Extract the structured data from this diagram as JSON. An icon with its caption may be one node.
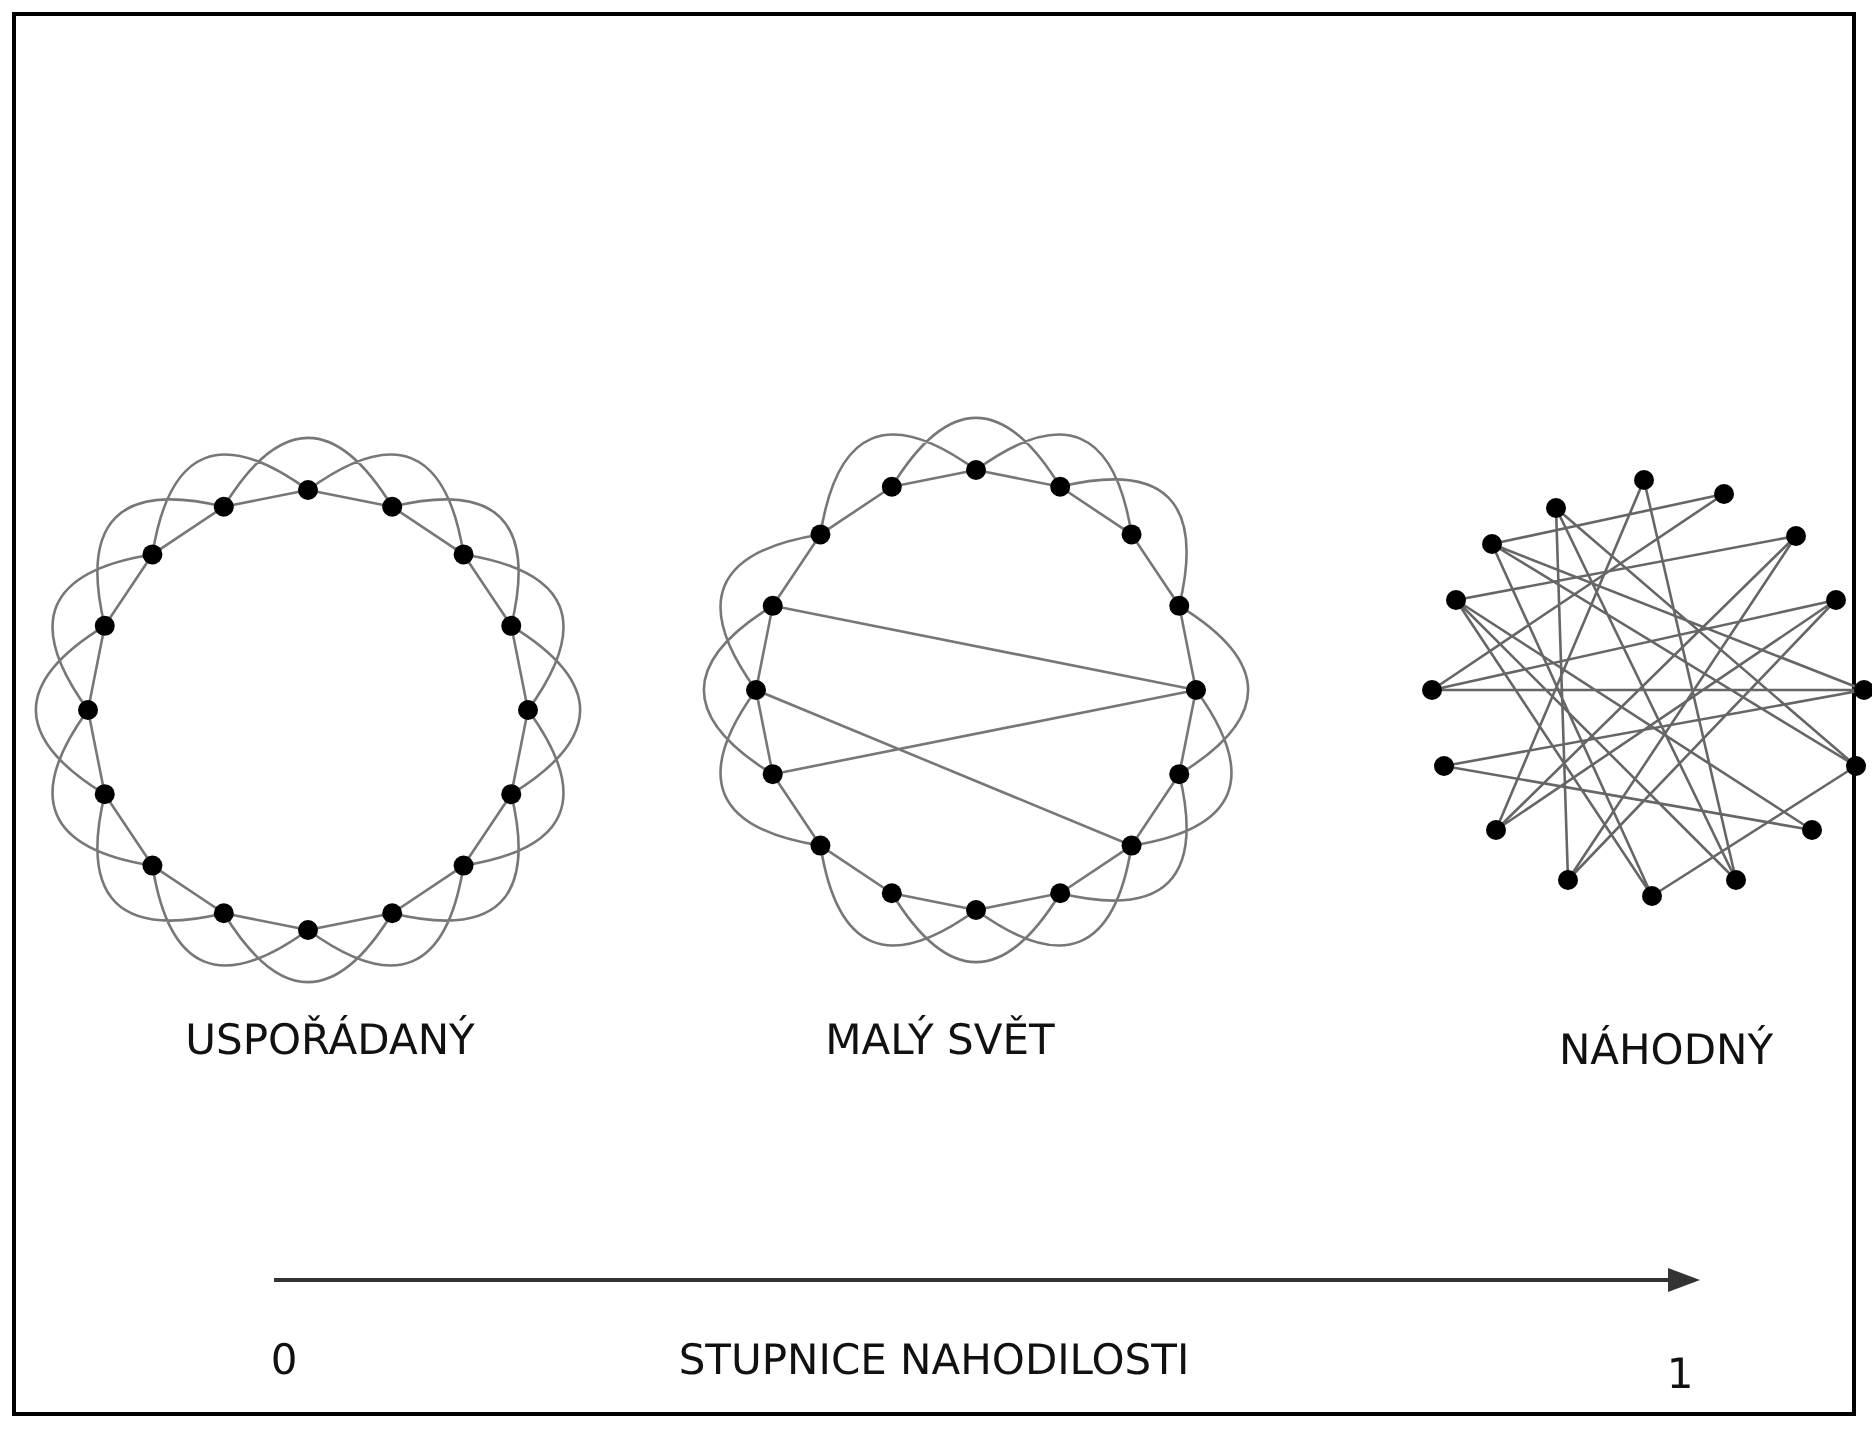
{
  "diagram": {
    "labels": [
      "USPOŘÁDANÝ",
      "MALÝ SVĚT",
      "NÁHODNÝ",
      "0",
      "STUPNICE NAHODILOSTI",
      "1"
    ]
  }
}
